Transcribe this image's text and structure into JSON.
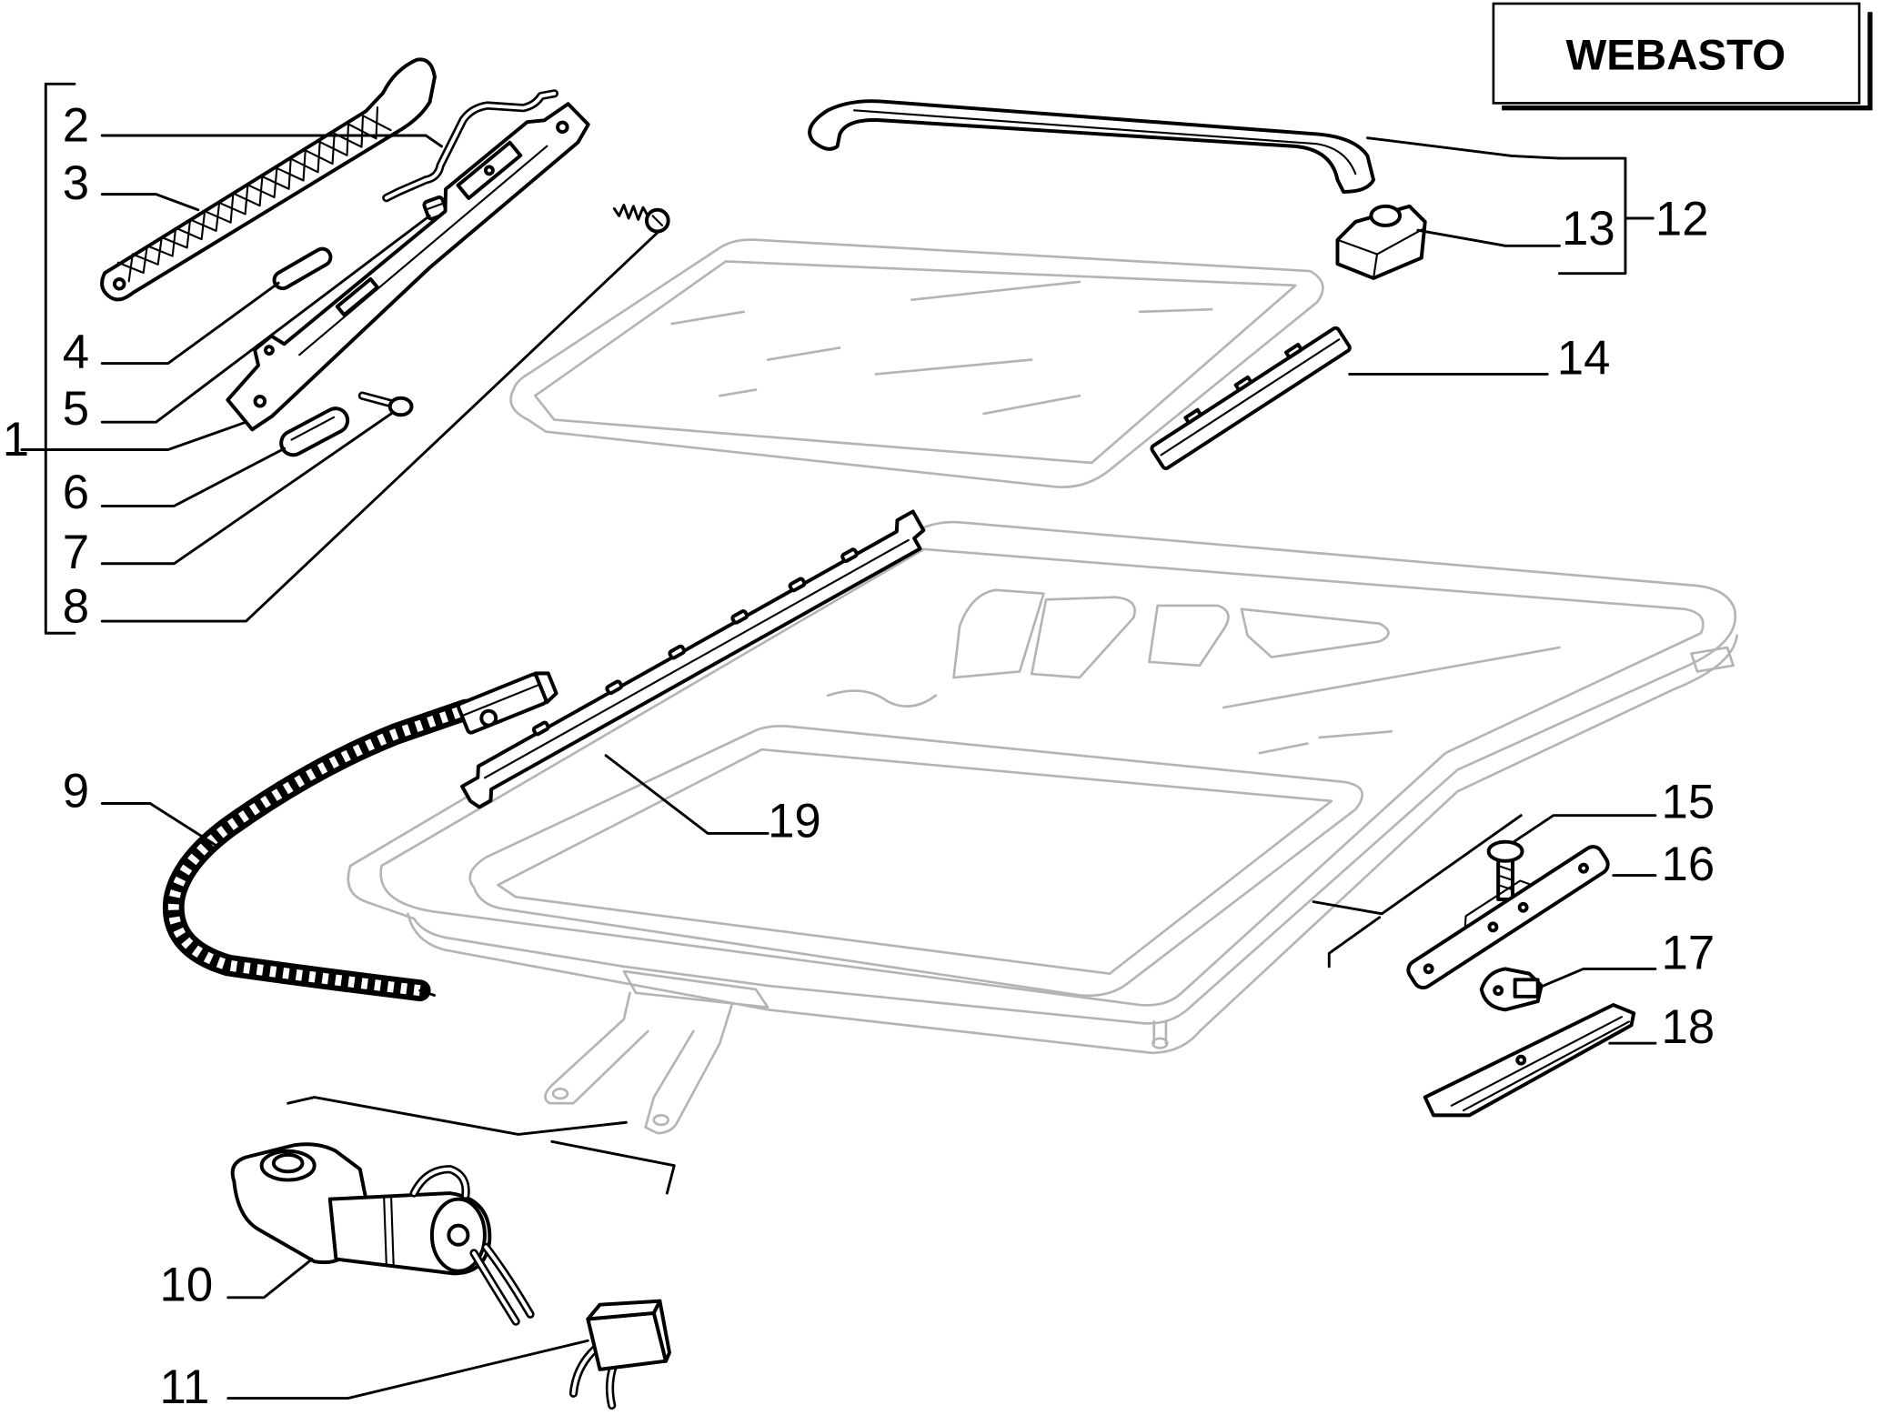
{
  "title_box": {
    "text": "WEBASTO"
  },
  "callouts": [
    "1",
    "2",
    "3",
    "4",
    "5",
    "6",
    "7",
    "8",
    "9",
    "10",
    "11",
    "12",
    "13",
    "14",
    "15",
    "16",
    "17",
    "18",
    "19"
  ],
  "colors": {
    "ink": "#000000",
    "ghost": "#b4b4b4",
    "paper": "#ffffff"
  }
}
